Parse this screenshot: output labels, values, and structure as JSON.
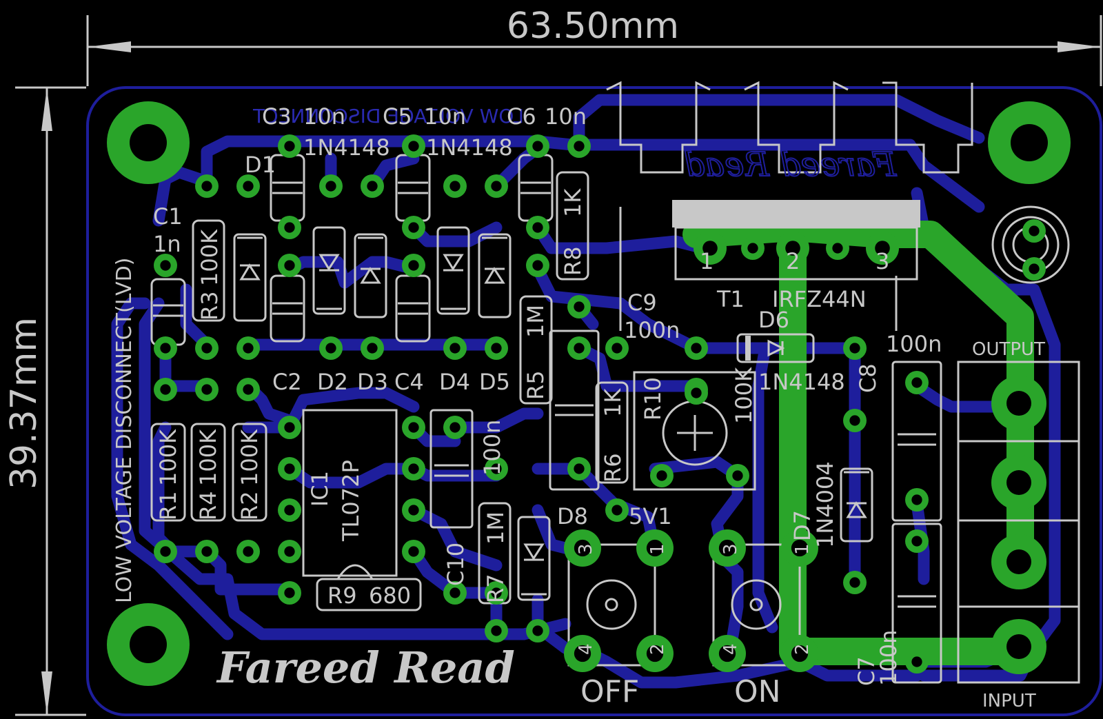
{
  "dimensions": {
    "width": "63.50mm",
    "height": "39.37mm"
  },
  "board_title": "LOW VOLTAGE DISCONNECT(LVD)",
  "bottom_text_mirrored": "LOW VOLTAGE DISCONNECT",
  "signatures": {
    "bottom": "Fareed Read",
    "top_mirrored": "Fareed Read"
  },
  "colors": {
    "board_outline": "#1e1e9c",
    "copper": "#1e1e9c",
    "pad": "#2aa52a",
    "silkscreen": "#c8c8c8",
    "background": "#000000"
  },
  "labels": {
    "c1": "C1",
    "c1v": "1n",
    "c3": "C3",
    "c3v": "10n",
    "c5": "C5",
    "c5v": "10n",
    "c6": "C6",
    "c6v": "10n",
    "d1": "D1",
    "d1v": "1N4148",
    "d4v": "1N4148",
    "r3": "R3",
    "r3v": "100K",
    "r1": "R1",
    "r1v": "100K",
    "r4": "R4",
    "r4v": "100K",
    "r2": "R2",
    "r2v": "100K",
    "c2": "C2",
    "d2": "D2",
    "d3": "D3",
    "c4": "C4",
    "d4": "D4",
    "d5": "D5",
    "r5": "R5",
    "r5v": "1M",
    "r8": "R8",
    "r8v": "1K",
    "c9": "C9",
    "c9v": "100n",
    "r6": "R6",
    "r6v": "1K",
    "r10": "R10",
    "r10v": "100K",
    "t1": "T1",
    "t1v": "IRFZ44N",
    "pin1": "1",
    "pin2": "2",
    "pin3": "3",
    "d6": "D6",
    "d6v": "1N4148",
    "c8": "C8",
    "c8v": "100n",
    "ic1": "IC1",
    "ic1v": "TL072P",
    "c10": "C10",
    "c10v": "100n",
    "r7": "R7",
    "r7v": "1M",
    "r9": "R9",
    "r9v": "680",
    "d8": "D8",
    "d8v": "5V1",
    "d7": "D7",
    "d7v": "1N4004",
    "c7": "C7",
    "c7v": "100n",
    "output": "OUTPUT",
    "input": "INPUT",
    "off": "OFF",
    "on": "ON",
    "sw_1": "1",
    "sw_2": "2",
    "sw_3": "3",
    "sw_4": "4"
  }
}
